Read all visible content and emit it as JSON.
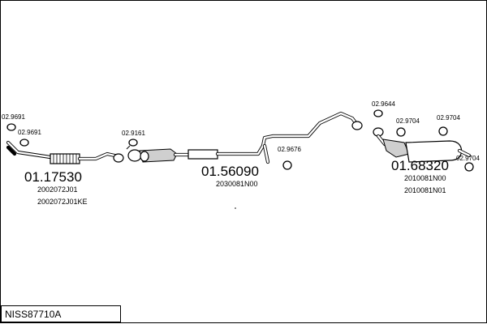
{
  "title": "NISS87710A",
  "groups": {
    "front_pipe": {
      "number": "01.17530",
      "codes": [
        "2002072J01",
        "2002072J01KE"
      ]
    },
    "middle": {
      "number": "01.56090",
      "codes": [
        "2030081N00"
      ]
    },
    "rear": {
      "number": "01.68320",
      "codes": [
        "2010081N00",
        "2010081N01"
      ]
    }
  },
  "parts": {
    "p1": "02.9691",
    "p2": "02.9691",
    "p3": "02.9161",
    "p4": "02.9676",
    "p5": "02.9644",
    "p6": "02.9704",
    "p7": "02.9704",
    "p8": "02.9704"
  }
}
